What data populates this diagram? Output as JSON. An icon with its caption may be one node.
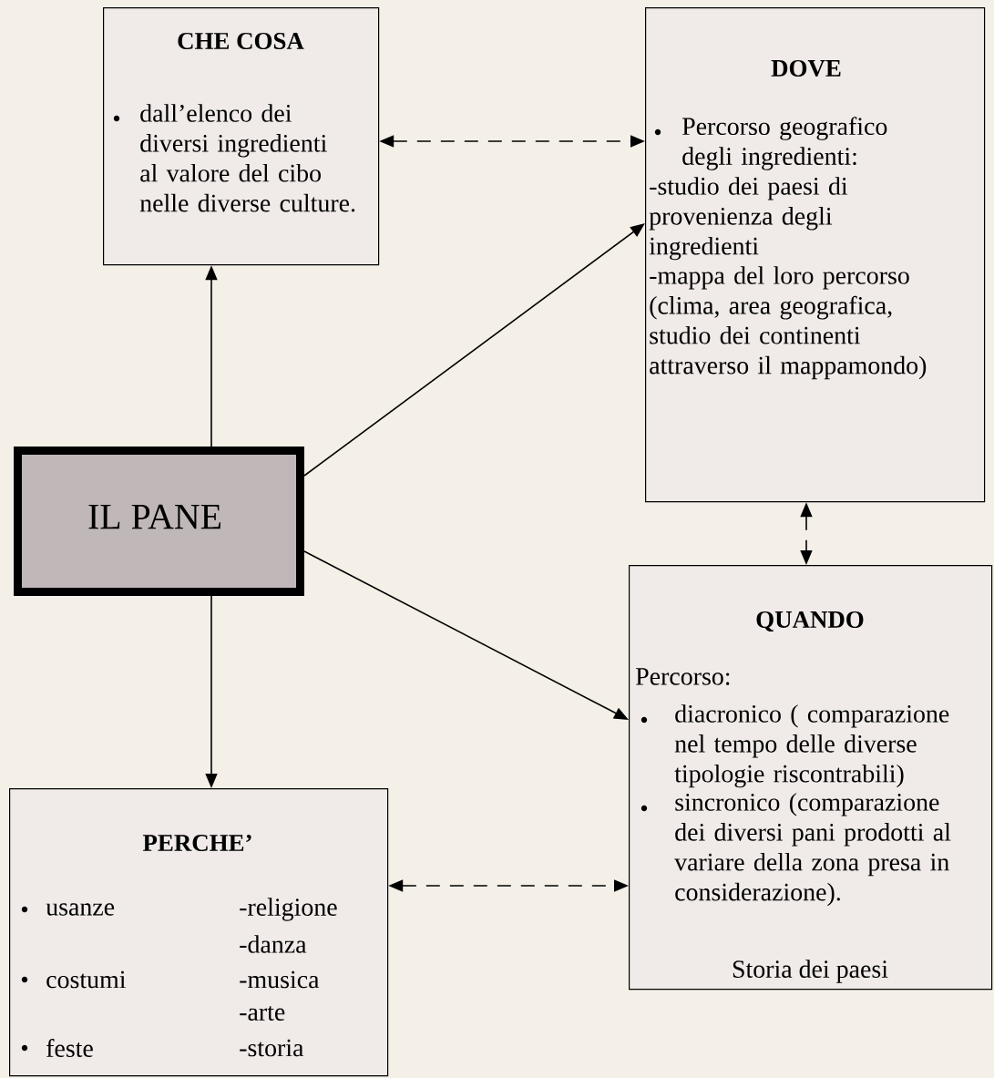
{
  "diagram": {
    "nodes": [
      {
        "text": [
          "IL PANE"
        ]
      },
      {
        "text": [
          "CHE COSA",
          "dall’elenco dei diversi ingredienti al valore del cibo nelle diverse culture."
        ]
      },
      {
        "text": [
          "DOVE",
          "Percorso geografico degli ingredienti:",
          "-studio dei paesi di provenienza degli ingredienti",
          "-mappa del loro percorso (clima, area geografica, studio dei continenti attraverso il mappamondo)"
        ]
      },
      {
        "text": [
          "QUANDO",
          "Percorso:",
          "diacronico ( comparazione nel tempo delle diverse tipologie riscontrabili)",
          "sincronico (comparazione dei diversi pani prodotti al variare della zona presa in considerazione).",
          "Storia dei paesi"
        ]
      },
      {
        "text": [
          "PERCHE’",
          "usanze",
          "costumi",
          "feste",
          "-religione",
          "-danza",
          "-musica",
          "-arte",
          "-storia"
        ]
      }
    ],
    "edges": [
      {
        "from": 0,
        "to": 1,
        "arrow": "to"
      },
      {
        "from": 0,
        "to": 2,
        "arrow": "to"
      },
      {
        "from": 0,
        "to": 3,
        "arrow": "to"
      },
      {
        "from": 0,
        "to": 4,
        "arrow": "to"
      },
      {
        "from": 1,
        "to": 2,
        "arrow": "both",
        "style": "dashed"
      },
      {
        "from": 2,
        "to": 3,
        "arrow": "both",
        "style": "dashed"
      },
      {
        "from": 4,
        "to": 3,
        "arrow": "both",
        "style": "dashed"
      }
    ]
  }
}
